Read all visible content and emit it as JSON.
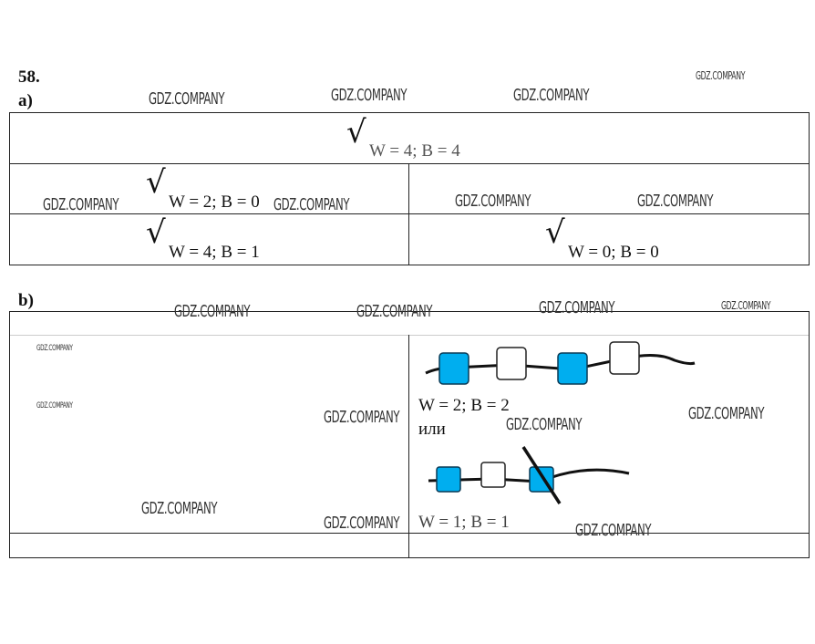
{
  "problem_number": "58.",
  "part_a": {
    "label": "a)",
    "answers": [
      "W = 4; B = 4",
      "W = 2; B = 0",
      "W = 4; B = 1",
      "W = 0; B = 0"
    ]
  },
  "part_b": {
    "label": "b)",
    "answer_1": "W = 2; B = 2",
    "or": "или",
    "answer_2": "W = 1; B = 1"
  },
  "watermark": "GDZ.COMPANY",
  "colors": {
    "bead_blue": "#00AEEF",
    "bead_white": "#FFFFFF",
    "line": "#222222"
  }
}
